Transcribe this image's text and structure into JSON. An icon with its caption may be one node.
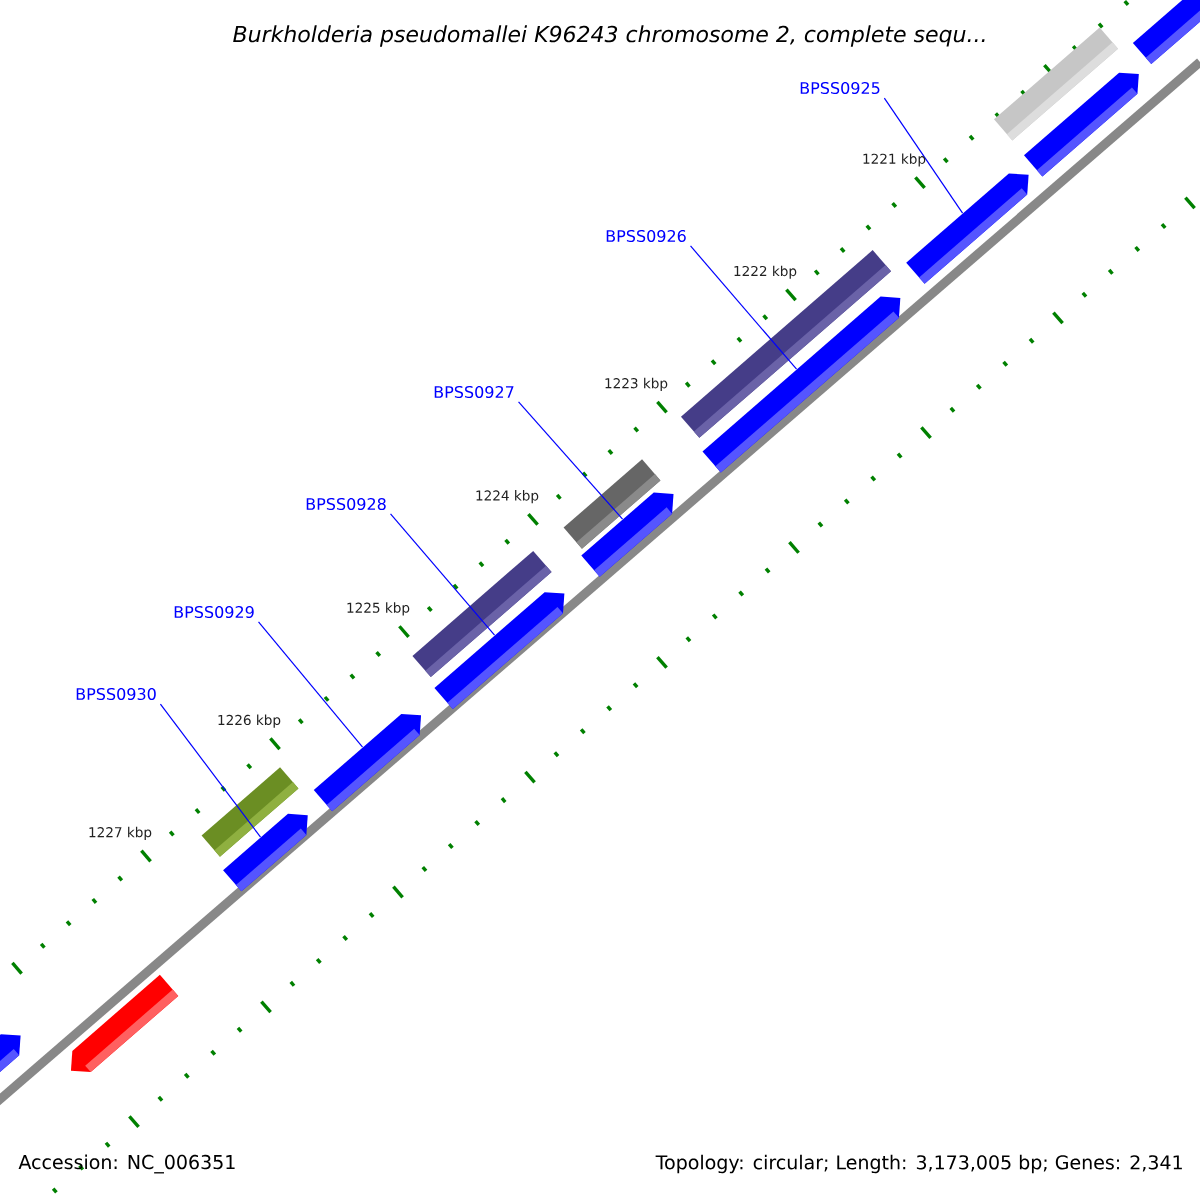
{
  "diagram": {
    "title": "Burkholderia pseudomallei K96243 chromosome 2, complete sequ...",
    "nodes": [
      {
        "text": [
          "BPSS0925"
        ]
      },
      {
        "text": [
          "BPSS0926"
        ]
      },
      {
        "text": [
          "BPSS0927"
        ]
      },
      {
        "text": [
          "BPSS0928"
        ]
      },
      {
        "text": [
          "BPSS0929"
        ]
      },
      {
        "text": [
          "BPSS0930"
        ]
      },
      {
        "text": [],
        "shape": "bar"
      },
      {
        "text": [],
        "shape": "bar"
      },
      {
        "text": [],
        "shape": "bar"
      },
      {
        "text": [],
        "shape": "bar"
      },
      {
        "text": [],
        "shape": "bar"
      },
      {
        "text": [],
        "shape": "bar"
      },
      {
        "text": [],
        "shape": "bar"
      },
      {
        "text": [],
        "shape": "bar"
      },
      {
        "text": [],
        "shape": "bar"
      },
      {
        "text": [],
        "shape": "bar"
      },
      {
        "text": [],
        "shape": "bar"
      },
      {
        "text": [],
        "shape": "bar"
      },
      {
        "text": [],
        "shape": "bar"
      },
      {
        "text": [],
        "shape": "bar"
      },
      {
        "text": [],
        "shape": "bar"
      }
    ],
    "edges": [
      {
        "from": 0,
        "to": 17,
        "arrow": "none"
      },
      {
        "from": 1,
        "to": 16,
        "arrow": "none"
      },
      {
        "from": 2,
        "to": 14,
        "arrow": "none"
      },
      {
        "from": 3,
        "to": 12,
        "arrow": "none"
      },
      {
        "from": 4,
        "to": 10,
        "arrow": "none"
      },
      {
        "from": 5,
        "to": 9,
        "arrow": "none"
      }
    ],
    "labels": [
      "1221 kbp",
      "1222 kbp",
      "1223 kbp",
      "1224 kbp",
      "1225 kbp",
      "1226 kbp",
      "1227 kbp",
      "Accession: NC_006351",
      "Topology: circular; Length: 3,173,005 bp; Genes: 2,341"
    ]
  }
}
